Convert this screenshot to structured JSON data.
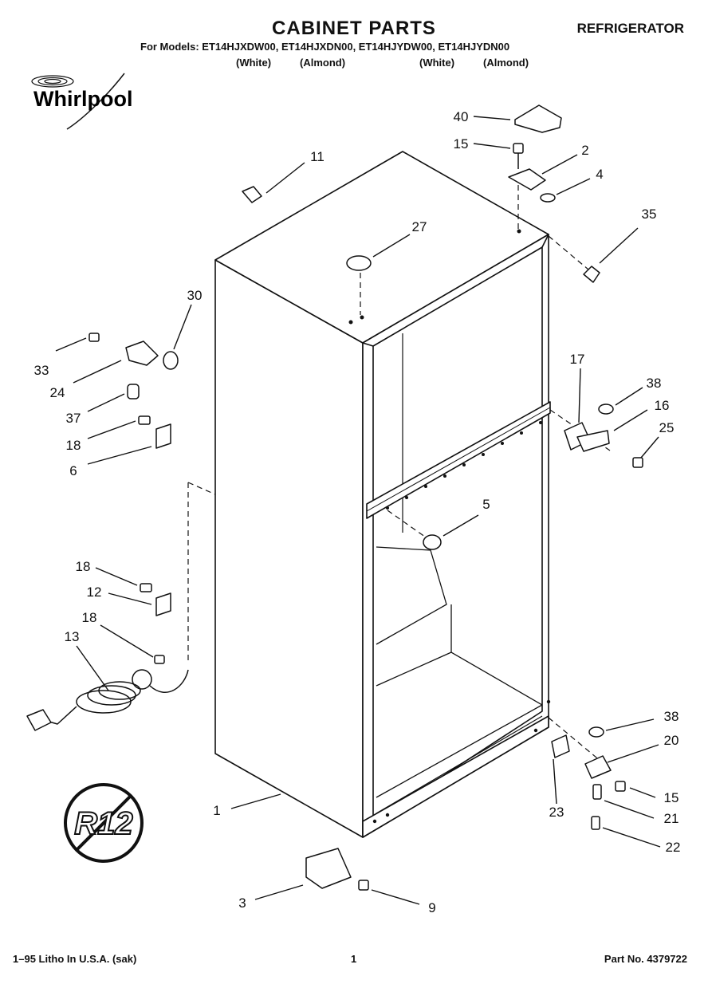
{
  "header": {
    "title": "CABINET PARTS",
    "category": "REFRIGERATOR",
    "models_line": "For Models: ET14HJXDW00, ET14HJXDN00, ET14HJYDW00, ET14HJYDN00",
    "colors": [
      "(White)",
      "(Almond)",
      "(White)",
      "(Almond)"
    ]
  },
  "brand": "Whirlpool",
  "badge_text": "R12",
  "parts": [
    {
      "num": "40"
    },
    {
      "num": "15"
    },
    {
      "num": "2"
    },
    {
      "num": "4"
    },
    {
      "num": "11"
    },
    {
      "num": "35"
    },
    {
      "num": "27"
    },
    {
      "num": "30"
    },
    {
      "num": "33"
    },
    {
      "num": "24"
    },
    {
      "num": "37"
    },
    {
      "num": "18"
    },
    {
      "num": "6"
    },
    {
      "num": "17"
    },
    {
      "num": "38"
    },
    {
      "num": "16"
    },
    {
      "num": "25"
    },
    {
      "num": "5"
    },
    {
      "num": "18"
    },
    {
      "num": "12"
    },
    {
      "num": "18"
    },
    {
      "num": "13"
    },
    {
      "num": "38"
    },
    {
      "num": "20"
    },
    {
      "num": "15"
    },
    {
      "num": "23"
    },
    {
      "num": "21"
    },
    {
      "num": "1"
    },
    {
      "num": "22"
    },
    {
      "num": "3"
    },
    {
      "num": "9"
    }
  ],
  "footer": {
    "left": "1–95 Litho In U.S.A. (sak)",
    "center": "1",
    "right": "Part No. 4379722"
  }
}
